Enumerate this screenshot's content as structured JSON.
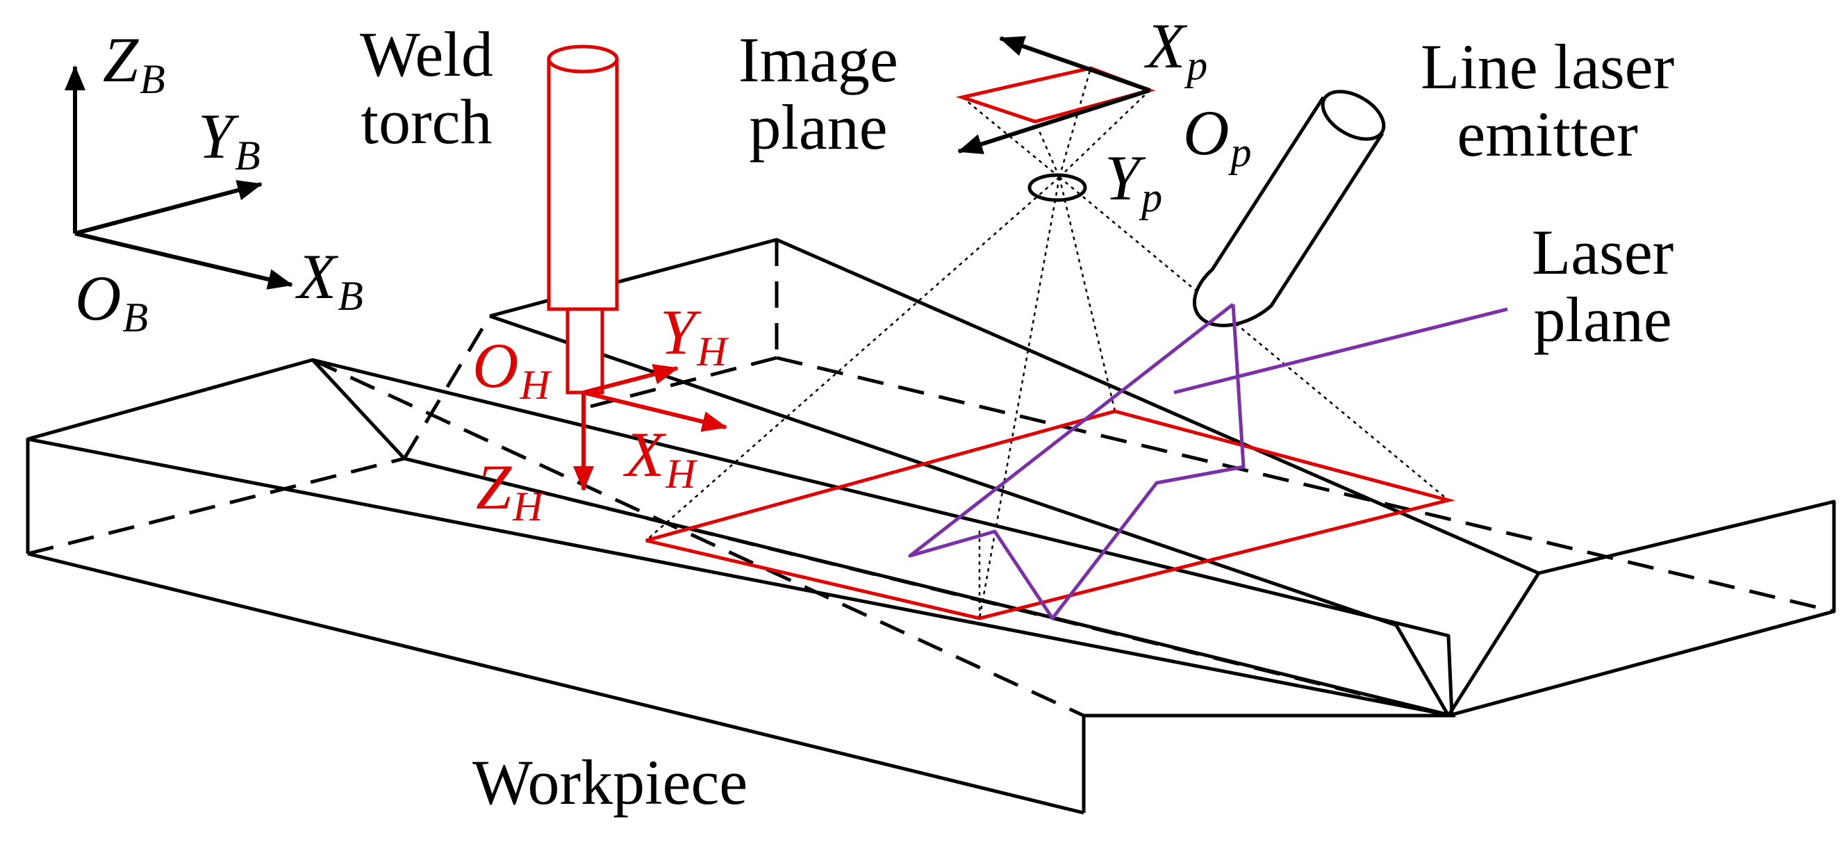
{
  "labels": {
    "zb": {
      "main": "Z",
      "sub": "B"
    },
    "yb": {
      "main": "Y",
      "sub": "B"
    },
    "xb": {
      "main": "X",
      "sub": "B"
    },
    "ob": {
      "main": "O",
      "sub": "B"
    },
    "weld_torch": [
      "Weld",
      "torch"
    ],
    "image_plane": [
      "Image",
      "plane"
    ],
    "xp": {
      "main": "X",
      "sub": "p"
    },
    "op": {
      "main": "O",
      "sub": "p"
    },
    "yp": {
      "main": "Y",
      "sub": "p"
    },
    "line_laser_emitter": [
      "Line laser",
      "emitter"
    ],
    "laser_plane": [
      "Laser",
      "plane"
    ],
    "oh": {
      "main": "O",
      "sub": "H"
    },
    "yh": {
      "main": "Y",
      "sub": "H"
    },
    "xh": {
      "main": "X",
      "sub": "H"
    },
    "zh": {
      "main": "Z",
      "sub": "H"
    },
    "workpiece": "Workpiece"
  },
  "colors": {
    "line": "#000000",
    "torch": "#e00000",
    "laser": "#7b2fa8",
    "background": "#ffffff"
  }
}
